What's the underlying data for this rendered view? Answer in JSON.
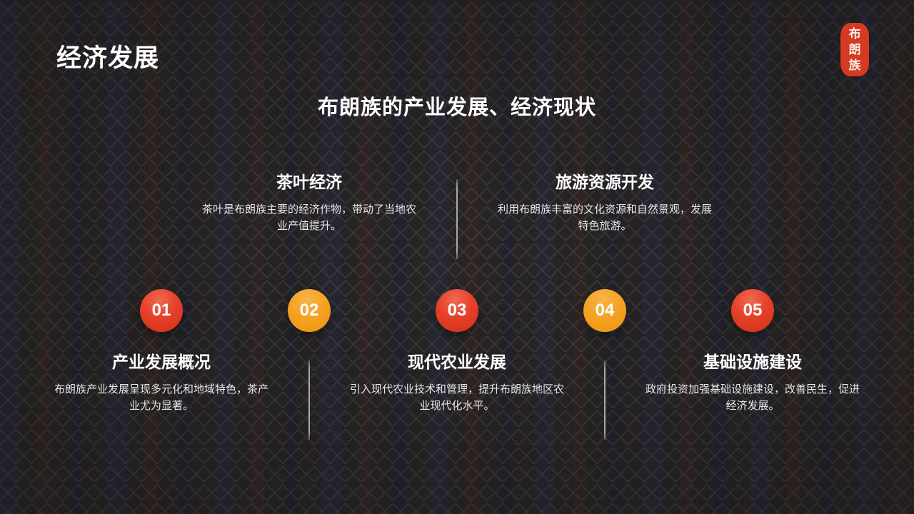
{
  "slide": {
    "title": "经济发展",
    "seal": {
      "chars": [
        "布",
        "朗",
        "族"
      ],
      "color": "#d63a22"
    },
    "subtitle": "布朗族的产业发展、经济现状"
  },
  "top_items": [
    {
      "heading": "茶叶经济",
      "text": "茶叶是布朗族主要的经济作物，带动了当地农业产值提升。"
    },
    {
      "heading": "旅游资源开发",
      "text": "利用布朗族丰富的文化资源和自然景观，发展特色旅游。"
    }
  ],
  "steps": [
    {
      "number": "01",
      "color": "#e33d27"
    },
    {
      "number": "02",
      "color": "#f39c1a"
    },
    {
      "number": "03",
      "color": "#e33d27"
    },
    {
      "number": "04",
      "color": "#f39c1a"
    },
    {
      "number": "05",
      "color": "#e33d27"
    }
  ],
  "bottom_items": [
    {
      "heading": "产业发展概况",
      "text": "布朗族产业发展呈现多元化和地域特色，茶产业尤为显著。"
    },
    {
      "heading": "现代农业发展",
      "text": "引入现代农业技术和管理，提升布朗族地区农业现代化水平。"
    },
    {
      "heading": "基础设施建设",
      "text": "政府投资加强基础设施建设，改善民生，促进经济发展。"
    }
  ]
}
